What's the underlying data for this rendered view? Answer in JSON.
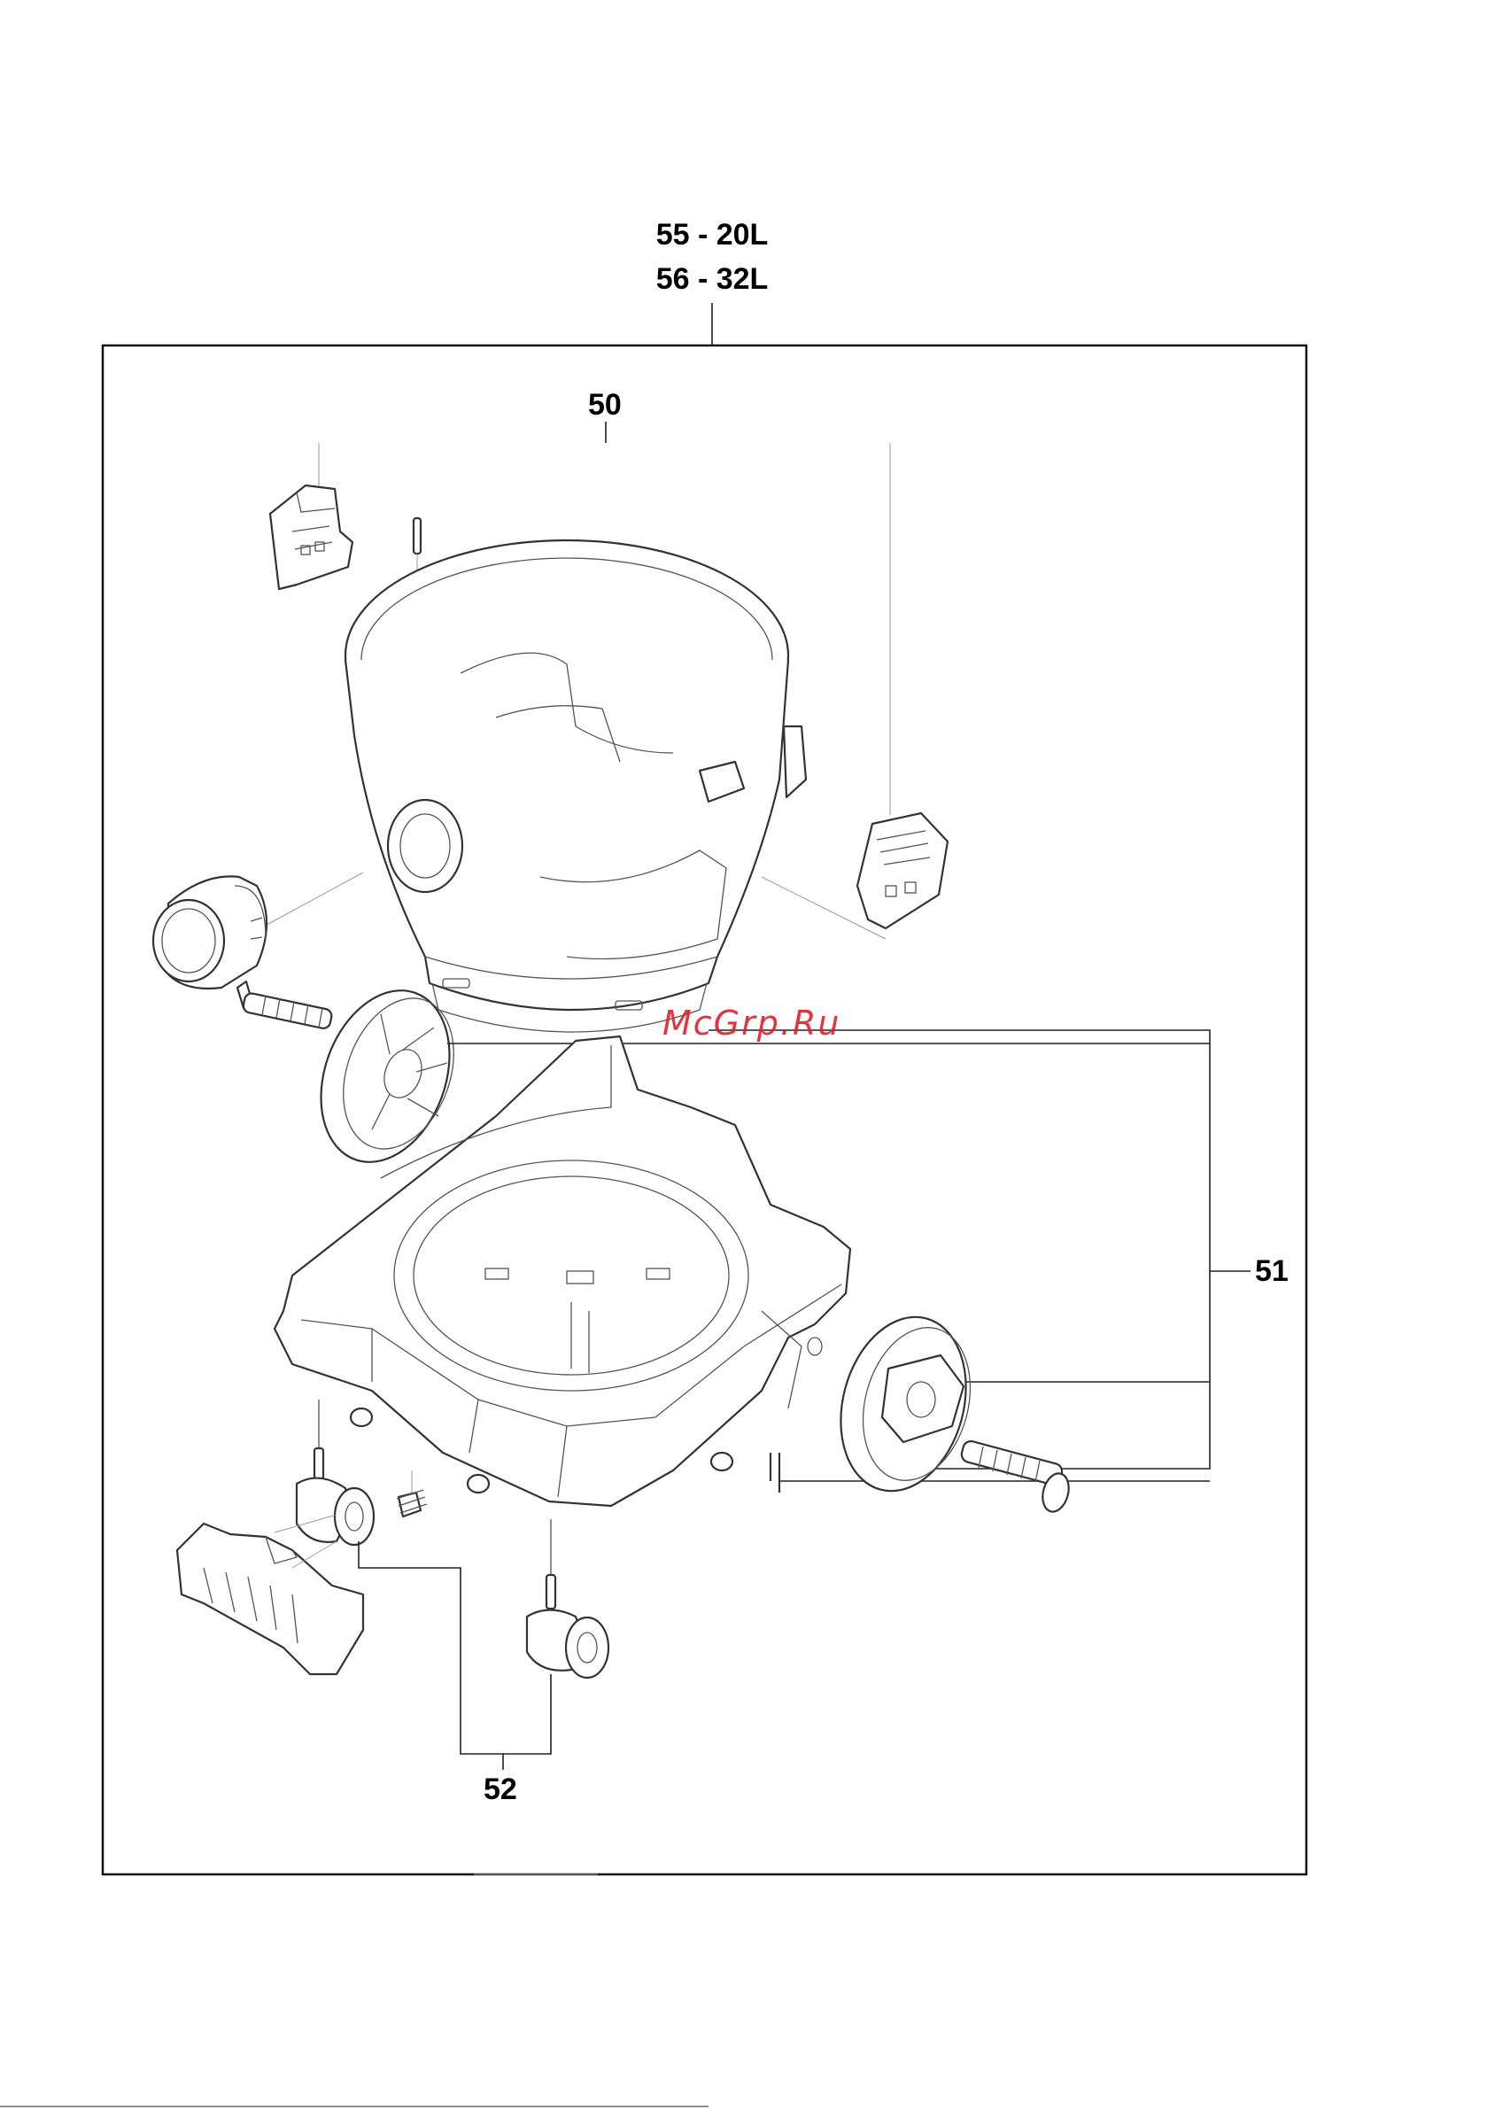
{
  "header": {
    "assembly_line1": "55 - 20L",
    "assembly_line2": "56 - 32L"
  },
  "callouts": {
    "tank": "50",
    "wheel_kit": "51",
    "caster_kit": "52"
  },
  "watermark": "McGrp.Ru",
  "colors": {
    "line": "#333333",
    "frame": "#000000",
    "watermark": "#e0202a"
  }
}
